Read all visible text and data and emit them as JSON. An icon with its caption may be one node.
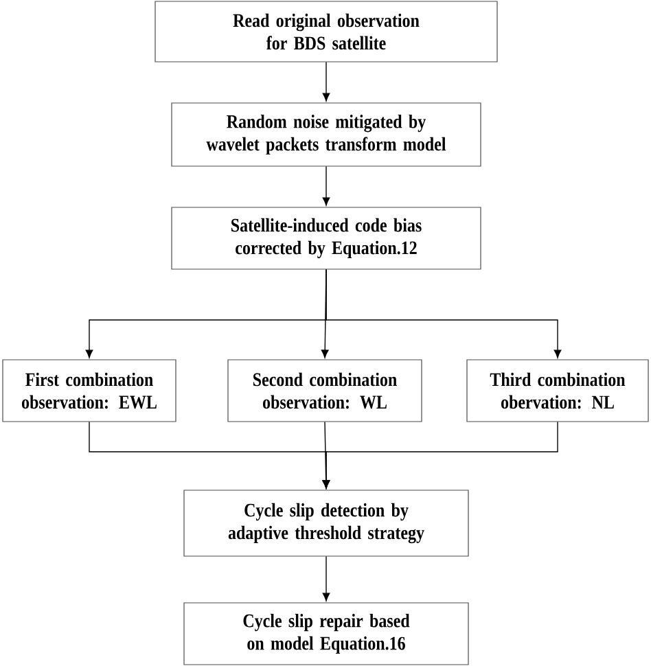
{
  "diagram": {
    "nodes": [
      {
        "text": [
          "Read original observation for BDS satellite"
        ]
      },
      {
        "text": [
          "Random noise mitigated by wavelet packets transform model"
        ]
      },
      {
        "text": [
          "Satellite-induced code bias corrected by Equation.12"
        ]
      },
      {
        "text": [
          "First combination observation: EWL"
        ]
      },
      {
        "text": [
          "Second combination observation: WL"
        ]
      },
      {
        "text": [
          "Third combination obervation: NL"
        ]
      },
      {
        "text": [
          "Cycle slip detection by adaptive threshold strategy"
        ]
      },
      {
        "text": [
          "Cycle slip repair based on model Equation.16"
        ]
      }
    ],
    "edges": [
      {
        "from": 0,
        "to": 1,
        "arrow": "to"
      },
      {
        "from": 1,
        "to": 2,
        "arrow": "to"
      },
      {
        "from": 2,
        "to": 3,
        "arrow": "to"
      },
      {
        "from": 2,
        "to": 4,
        "arrow": "to"
      },
      {
        "from": 2,
        "to": 5,
        "arrow": "to"
      },
      {
        "from": 3,
        "to": 6,
        "arrow": "to"
      },
      {
        "from": 4,
        "to": 6,
        "arrow": "to"
      },
      {
        "from": 5,
        "to": 6,
        "arrow": "to"
      },
      {
        "from": 6,
        "to": 7,
        "arrow": "to"
      }
    ]
  }
}
